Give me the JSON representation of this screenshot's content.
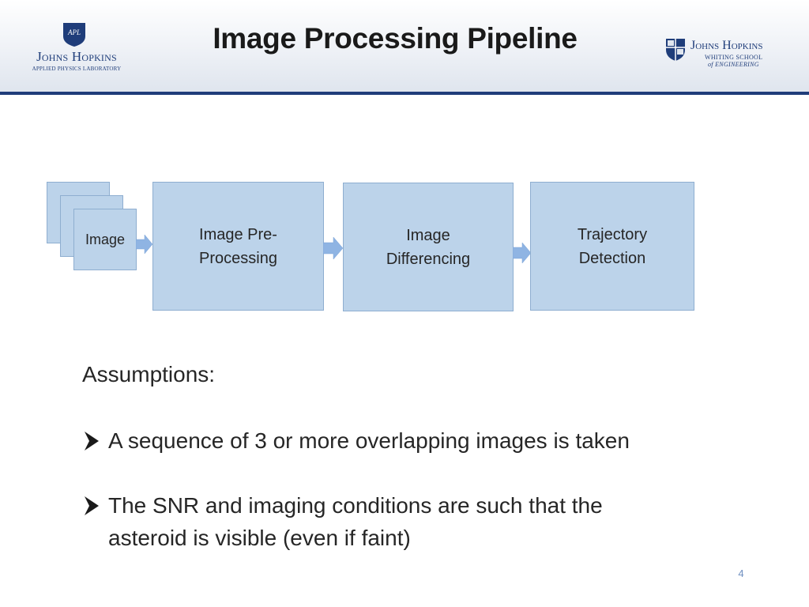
{
  "title": "Image Processing Pipeline",
  "logos": {
    "left": {
      "emblem": "APL",
      "name": "Johns Hopkins",
      "sub": "APPLIED PHYSICS LABORATORY"
    },
    "right": {
      "name": "Johns Hopkins",
      "sub_line1": "WHITING SCHOOL",
      "sub_line2": "of ENGINEERING"
    }
  },
  "pipeline": {
    "input_label": "Image",
    "stages": [
      "Image Pre-\nProcessing",
      "Image\nDifferencing",
      "Trajectory\nDetection"
    ]
  },
  "assumptions": {
    "heading": "Assumptions:",
    "bullets": [
      "A sequence of 3 or more overlapping images is taken",
      "The SNR and imaging conditions are such that the asteroid is visible (even if faint)"
    ]
  },
  "slide_number": "4",
  "colors": {
    "accent": "#1f3d7a",
    "box_fill": "#bcd3ea",
    "arrow_fill": "#8fb4e3"
  },
  "icons": {
    "bullet": "arrow-bullet-icon",
    "flow_arrow": "right-arrow-icon"
  }
}
